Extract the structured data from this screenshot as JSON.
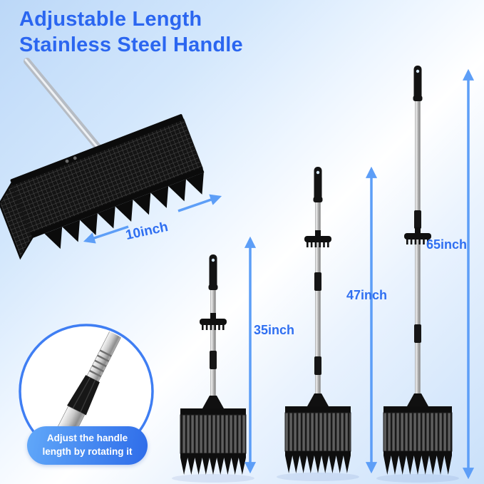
{
  "title": {
    "line1": "Adjustable Length",
    "line2": "Stainless Steel Handle"
  },
  "measurements": {
    "scoop_width": "10inch",
    "rakes": [
      {
        "size": "short",
        "label": "35inch"
      },
      {
        "size": "medium",
        "label": "47inch"
      },
      {
        "size": "tall",
        "label": "65inch"
      }
    ]
  },
  "inset": {
    "line1": "Adjust the handle",
    "line2": "length by rotating it"
  },
  "colors": {
    "title_blue": "#2b66f0",
    "label_blue": "#2f6ff1",
    "arrow_blue": "#5d9ef7",
    "pill_blue": "#3b7ef2",
    "steel_gray": "#c9c9c9",
    "head_black": "#141414"
  }
}
